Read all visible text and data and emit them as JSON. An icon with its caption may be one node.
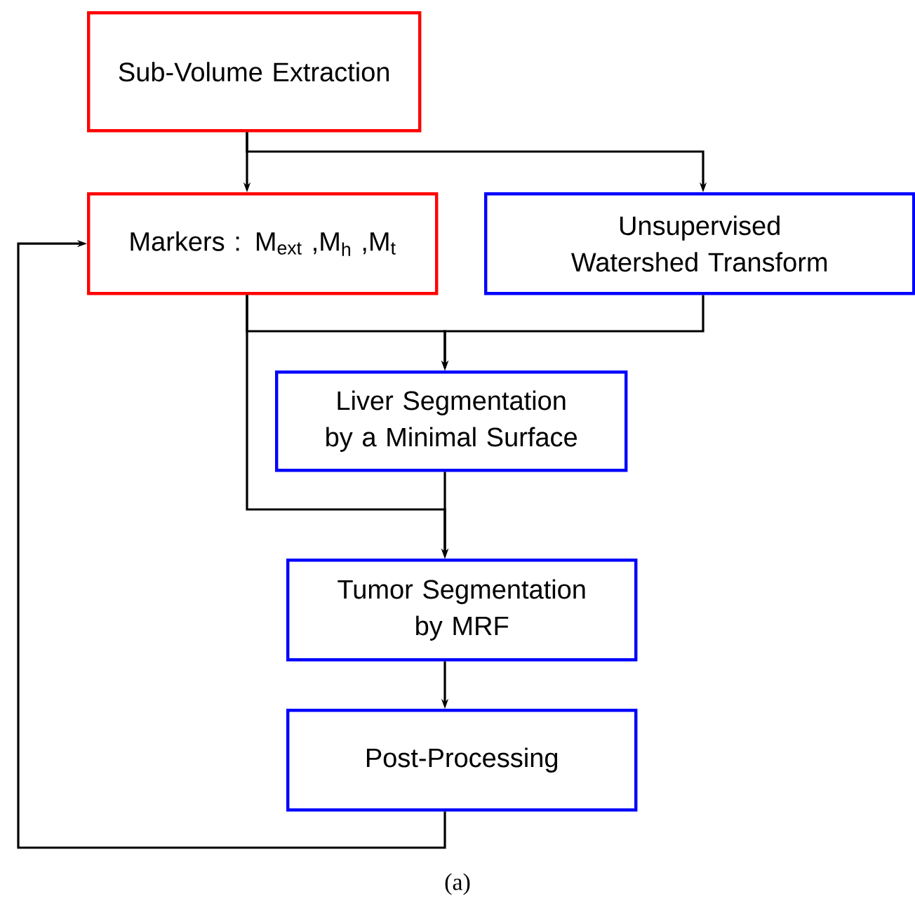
{
  "diagram": {
    "caption": "(a)",
    "nodes": [
      {
        "text": [
          "Sub-Volume Extraction"
        ]
      },
      {
        "text": [
          "Markers : M$_{ext}$ ,M$_{h}$ ,M$_{t}$"
        ]
      },
      {
        "text": [
          "Unsupervised Watershed Transform"
        ]
      },
      {
        "text": [
          "Liver Segmentation by a Minimal Surface"
        ]
      },
      {
        "text": [
          "Tumor Segmentation by MRF"
        ]
      },
      {
        "text": [
          "Post-Processing"
        ]
      }
    ],
    "edges": [
      {
        "from": 0,
        "to": 1,
        "arrow": "to"
      },
      {
        "from": 0,
        "to": 2,
        "arrow": "to"
      },
      {
        "from": 1,
        "to": 3,
        "arrow": "to"
      },
      {
        "from": 2,
        "to": 3,
        "arrow": "to"
      },
      {
        "from": 1,
        "to": 4,
        "arrow": "to"
      },
      {
        "from": 3,
        "to": 4,
        "arrow": "to"
      },
      {
        "from": 4,
        "to": 5,
        "arrow": "to"
      },
      {
        "from": 5,
        "to": 1,
        "arrow": "to"
      }
    ]
  }
}
